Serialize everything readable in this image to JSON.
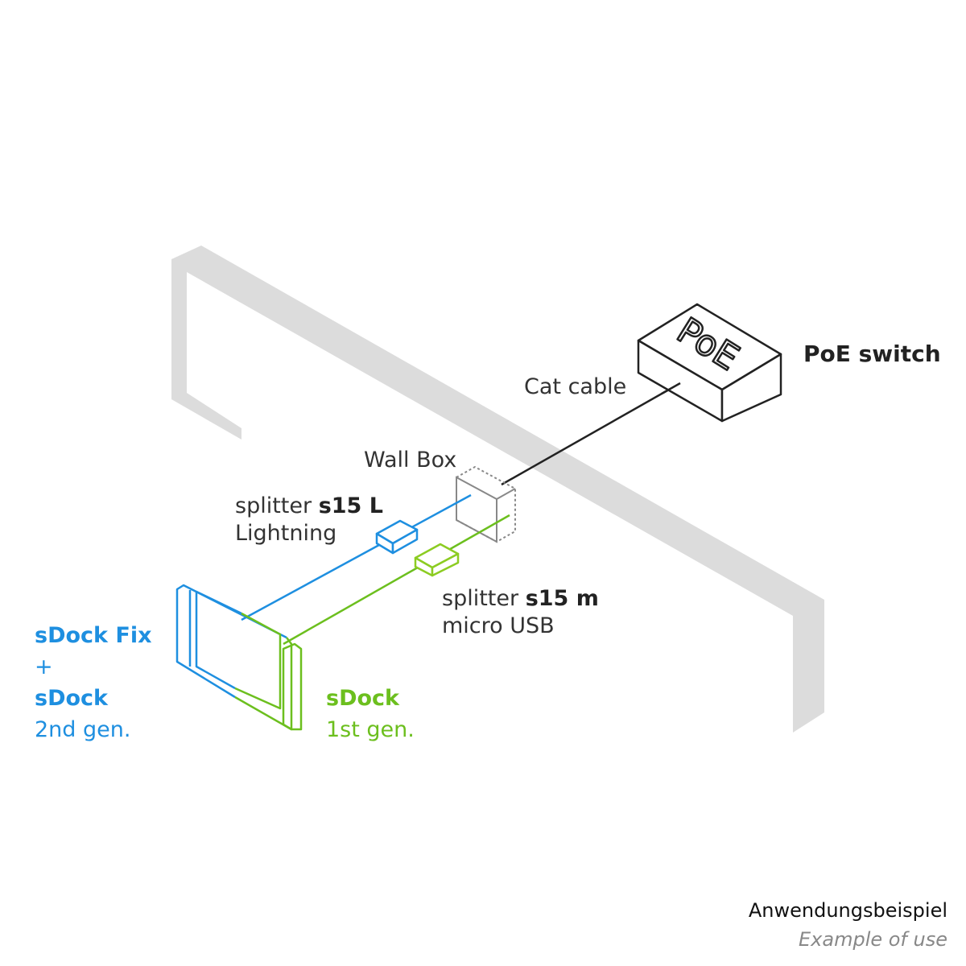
{
  "labels": {
    "poe_box_text": "PoE",
    "poe_switch": "PoE switch",
    "cat_cable": "Cat  cable",
    "wall_box": "Wall Box",
    "splitter_l_prefix": "splitter",
    "splitter_l_model": "s15 L",
    "splitter_l_type": "Lightning",
    "splitter_m_prefix": "splitter",
    "splitter_m_model": "s15 m",
    "splitter_m_type": "micro USB",
    "sdock_fix_line1": "sDock Fix",
    "sdock_fix_line2": "+",
    "sdock_fix_line3": "sDock",
    "sdock_fix_line4": "2nd gen.",
    "sdock1_line1": "sDock",
    "sdock1_line2": "1st gen."
  },
  "caption": {
    "title": "Anwendungsbeispiel",
    "subtitle": "Example of use"
  },
  "colors": {
    "blue": "#1e8fe0",
    "green": "#6cbf1e",
    "wall": "#dcdcdc",
    "cable": "#222222"
  }
}
